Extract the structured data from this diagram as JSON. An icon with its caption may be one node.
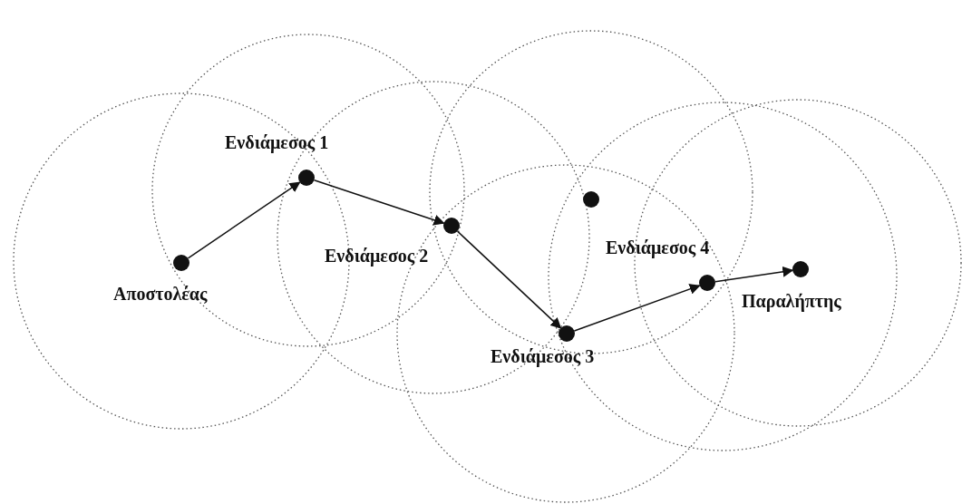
{
  "diagram": {
    "nodes": [
      {
        "text": [],
        "shape": "circle",
        "beside": [
          "Αποστολέας"
        ]
      },
      {
        "text": [],
        "shape": "circle",
        "beside": [
          "Ενδιάμεσος 1"
        ]
      },
      {
        "text": [],
        "shape": "circle",
        "beside": [
          "Ενδιάμεσος 2"
        ]
      },
      {
        "text": [],
        "shape": "circle"
      },
      {
        "text": [],
        "shape": "circle",
        "beside": [
          "Ενδιάμεσος 3"
        ]
      },
      {
        "text": [],
        "shape": "circle",
        "beside": [
          "Ενδιάμεσος 4"
        ]
      },
      {
        "text": [],
        "shape": "circle",
        "beside": [
          "Παραλήπτης"
        ]
      }
    ],
    "edges": [
      {
        "from": 0,
        "to": 1,
        "arrow": "to"
      },
      {
        "from": 1,
        "to": 2,
        "arrow": "to"
      },
      {
        "from": 2,
        "to": 4,
        "arrow": "to"
      },
      {
        "from": 4,
        "to": 5,
        "arrow": "to"
      },
      {
        "from": 5,
        "to": 6,
        "arrow": "to"
      }
    ]
  }
}
